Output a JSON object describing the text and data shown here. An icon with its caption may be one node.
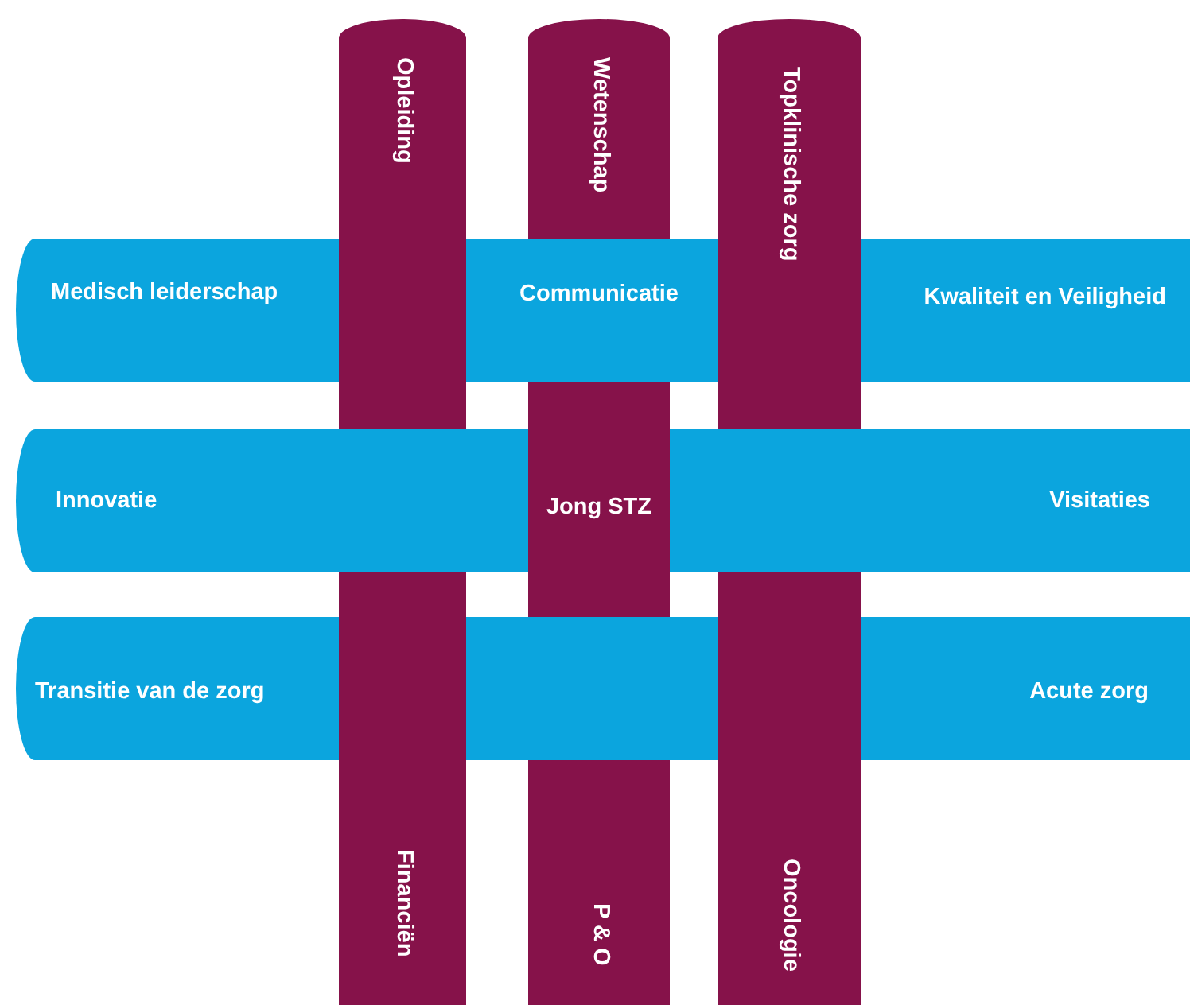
{
  "diagram": {
    "nodes": [
      {
        "text": [
          "Opleiding",
          "Financiën"
        ]
      },
      {
        "text": [
          "Wetenschap",
          "Communicatie",
          "Jong STZ",
          "P & O"
        ]
      },
      {
        "text": [
          "Topklinische zorg",
          "Oncologie"
        ]
      },
      {
        "text": [
          "Medisch leiderschap",
          "Kwaliteit en Veiligheid"
        ]
      },
      {
        "text": [
          "Innovatie",
          "Visitaties"
        ]
      },
      {
        "text": [
          "Transitie van de zorg",
          "Acute zorg"
        ]
      }
    ]
  }
}
